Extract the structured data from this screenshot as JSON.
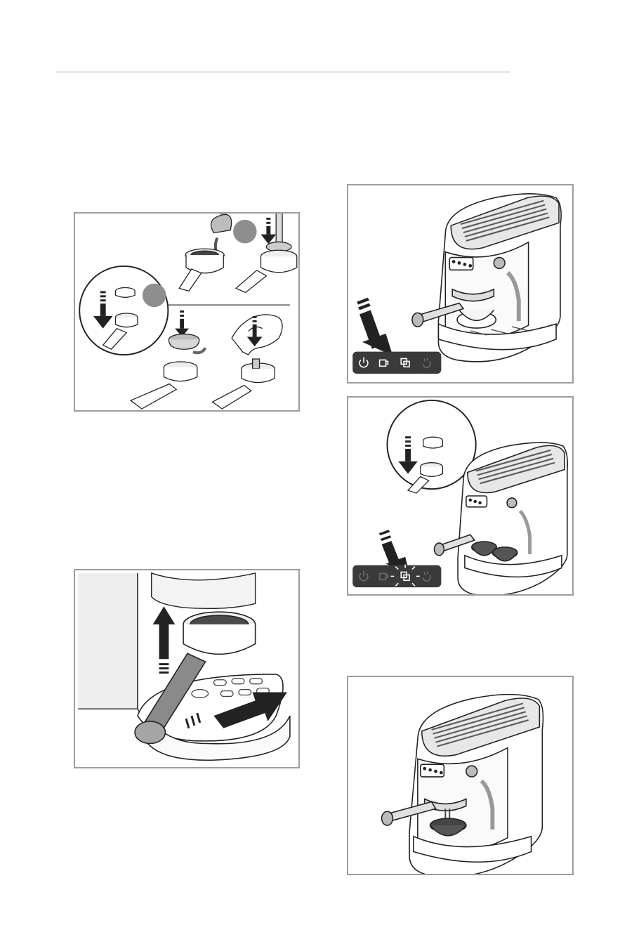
{
  "page": {
    "background": "#ffffff",
    "rule_color": "#a7a7a7",
    "frame_color": "#9d9d9d"
  },
  "figures": [
    {
      "id": "fig-fill-basket",
      "icons": [
        "funnel-icon",
        "tamper-icon",
        "filter-basket-icon",
        "portafilter-icon"
      ]
    },
    {
      "id": "fig-select-single-cup",
      "icons": [
        "espresso-machine-icon",
        "power-icon",
        "single-cup-icon",
        "double-cup-icon",
        "steam-icon"
      ]
    },
    {
      "id": "fig-select-double-cup",
      "icons": [
        "espresso-machine-icon",
        "filter-basket-icon",
        "power-icon",
        "single-cup-icon",
        "double-cup-icon",
        "steam-icon"
      ]
    },
    {
      "id": "fig-insert-portafilter",
      "icons": [
        "portafilter-icon",
        "drip-tray-icon",
        "arrow-up-icon",
        "arrow-right-icon"
      ]
    },
    {
      "id": "fig-brewing",
      "icons": [
        "espresso-machine-icon",
        "cup-icon"
      ]
    }
  ],
  "control_panel": {
    "panel_color": "#3a3a3a",
    "icon_color_active": "#ffffff",
    "icon_color_dim": "#6d6d6d",
    "buttons": [
      "power",
      "single-cup",
      "double-cup",
      "steam"
    ]
  }
}
